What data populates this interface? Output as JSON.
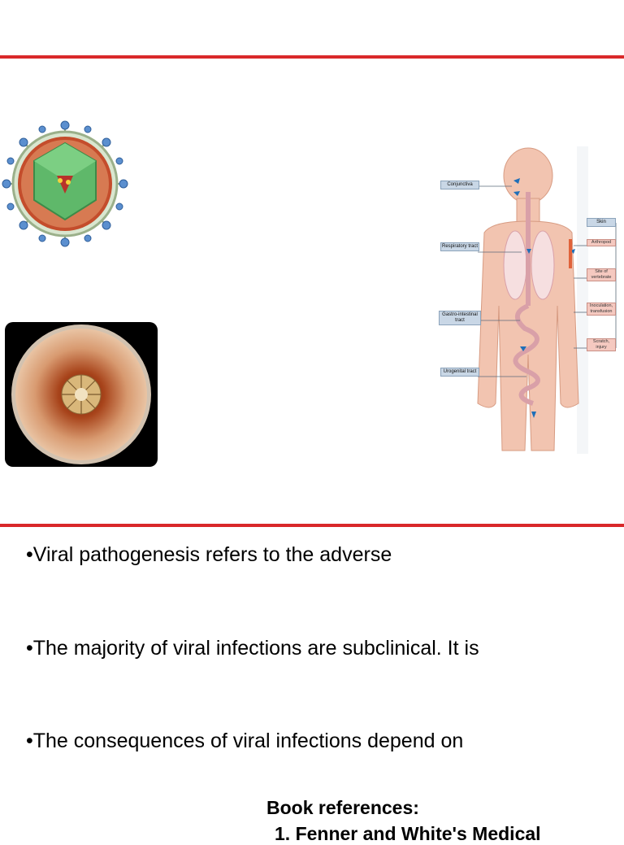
{
  "bullets": [
    "•Viral pathogenesis refers to the adverse",
    "•The majority of viral infections are subclinical. It is",
    "•The consequences of viral infections depend on"
  ],
  "references": {
    "heading": "Book references:",
    "first_item": "1. Fenner and White's Medical"
  },
  "diagram": {
    "left_labels": [
      "Conjunctiva",
      "Respiratory tract",
      "Gastro-intestinal tract",
      "Urogenital tract"
    ],
    "right_labels": [
      "Skin",
      "Arthropod",
      "Site of vertebrate",
      "Inoculation, transfusion",
      "Scratch, injury"
    ]
  },
  "colors": {
    "rule": "#d9282a",
    "skin": "#f2c4b0",
    "label_blue": "#c9d7e6",
    "label_pink": "#f5c9c0"
  }
}
